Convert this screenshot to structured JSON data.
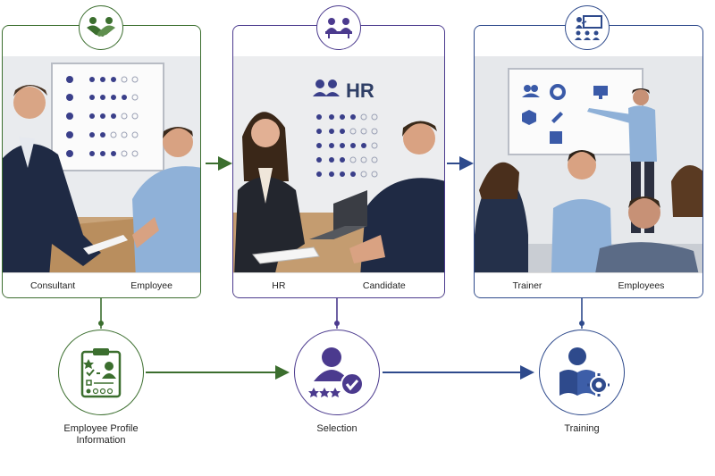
{
  "colors": {
    "green": "#3b6e2e",
    "navy": "#2e4a8c",
    "purple": "#4b3a8e"
  },
  "panels": [
    {
      "id": "consultation",
      "left_label": "Consultant",
      "right_label": "Employee",
      "board_heading": ""
    },
    {
      "id": "interview",
      "left_label": "HR",
      "right_label": "Candidate",
      "board_heading": "HR"
    },
    {
      "id": "training-session",
      "left_label": "Trainer",
      "right_label": "Employees",
      "board_heading": ""
    }
  ],
  "nodes": [
    {
      "id": "profile",
      "label_line1": "Employee Profile",
      "label_line2": "Information",
      "icon": "clipboard-profile-icon"
    },
    {
      "id": "selection",
      "label_line1": "Selection",
      "label_line2": "",
      "icon": "person-check-icon"
    },
    {
      "id": "training",
      "label_line1": "Training",
      "label_line2": "",
      "icon": "person-book-gear-icon"
    }
  ],
  "badges": [
    "handshake-icon",
    "meeting-table-icon",
    "presentation-icon"
  ]
}
